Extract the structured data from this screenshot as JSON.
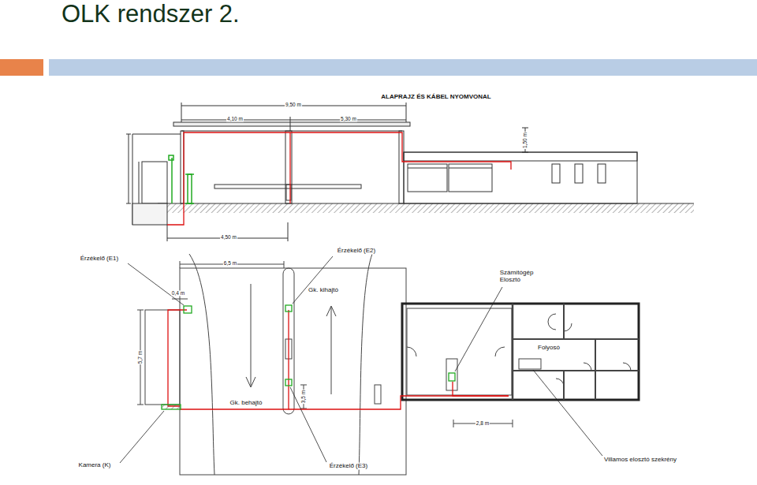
{
  "diagram": {
    "title": "OLK rendszer 2.",
    "labels": [
      "ALAPRAJZ ÉS KÁBEL NYOMVONAL",
      "9,50 m",
      "4,10 m",
      "5,30 m",
      "1,50 m",
      "4,50 m",
      "Érzékelő (E1)",
      "Érzékelő (E2)",
      "6,5 m",
      "0,4 m",
      "Gk. kihajtó",
      "Számítógép Elosztó",
      "Folyosó",
      "5,7 m",
      "Gk. behajtó",
      "3,5 m",
      "2,8 m",
      "Kamera (K)",
      "Érzékelő (E3)",
      "Villamos elosztó szekrény"
    ]
  }
}
